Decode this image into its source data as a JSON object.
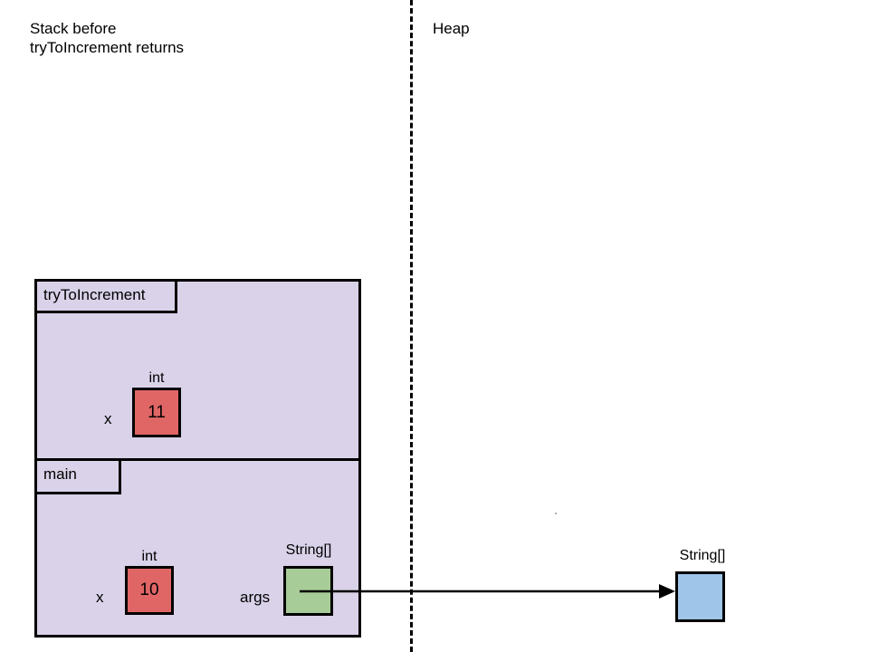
{
  "stack_title": [
    "Stack before",
    "tryToIncrement returns"
  ],
  "heap_title": "Heap",
  "frames": [
    {
      "name": "tryToIncrement",
      "vars": [
        {
          "name": "x",
          "type": "int",
          "value": "11",
          "color": "#e06666"
        }
      ]
    },
    {
      "name": "main",
      "vars": [
        {
          "name": "x",
          "type": "int",
          "value": "10",
          "color": "#e06666"
        },
        {
          "name": "args",
          "type": "String[]",
          "value": "",
          "color": "#a8cc98"
        }
      ]
    }
  ],
  "heap_objects": [
    {
      "type": "String[]",
      "color": "#9fc5e8"
    }
  ],
  "colors": {
    "frame_bg": "#d9d2e9",
    "border": "#000000"
  }
}
